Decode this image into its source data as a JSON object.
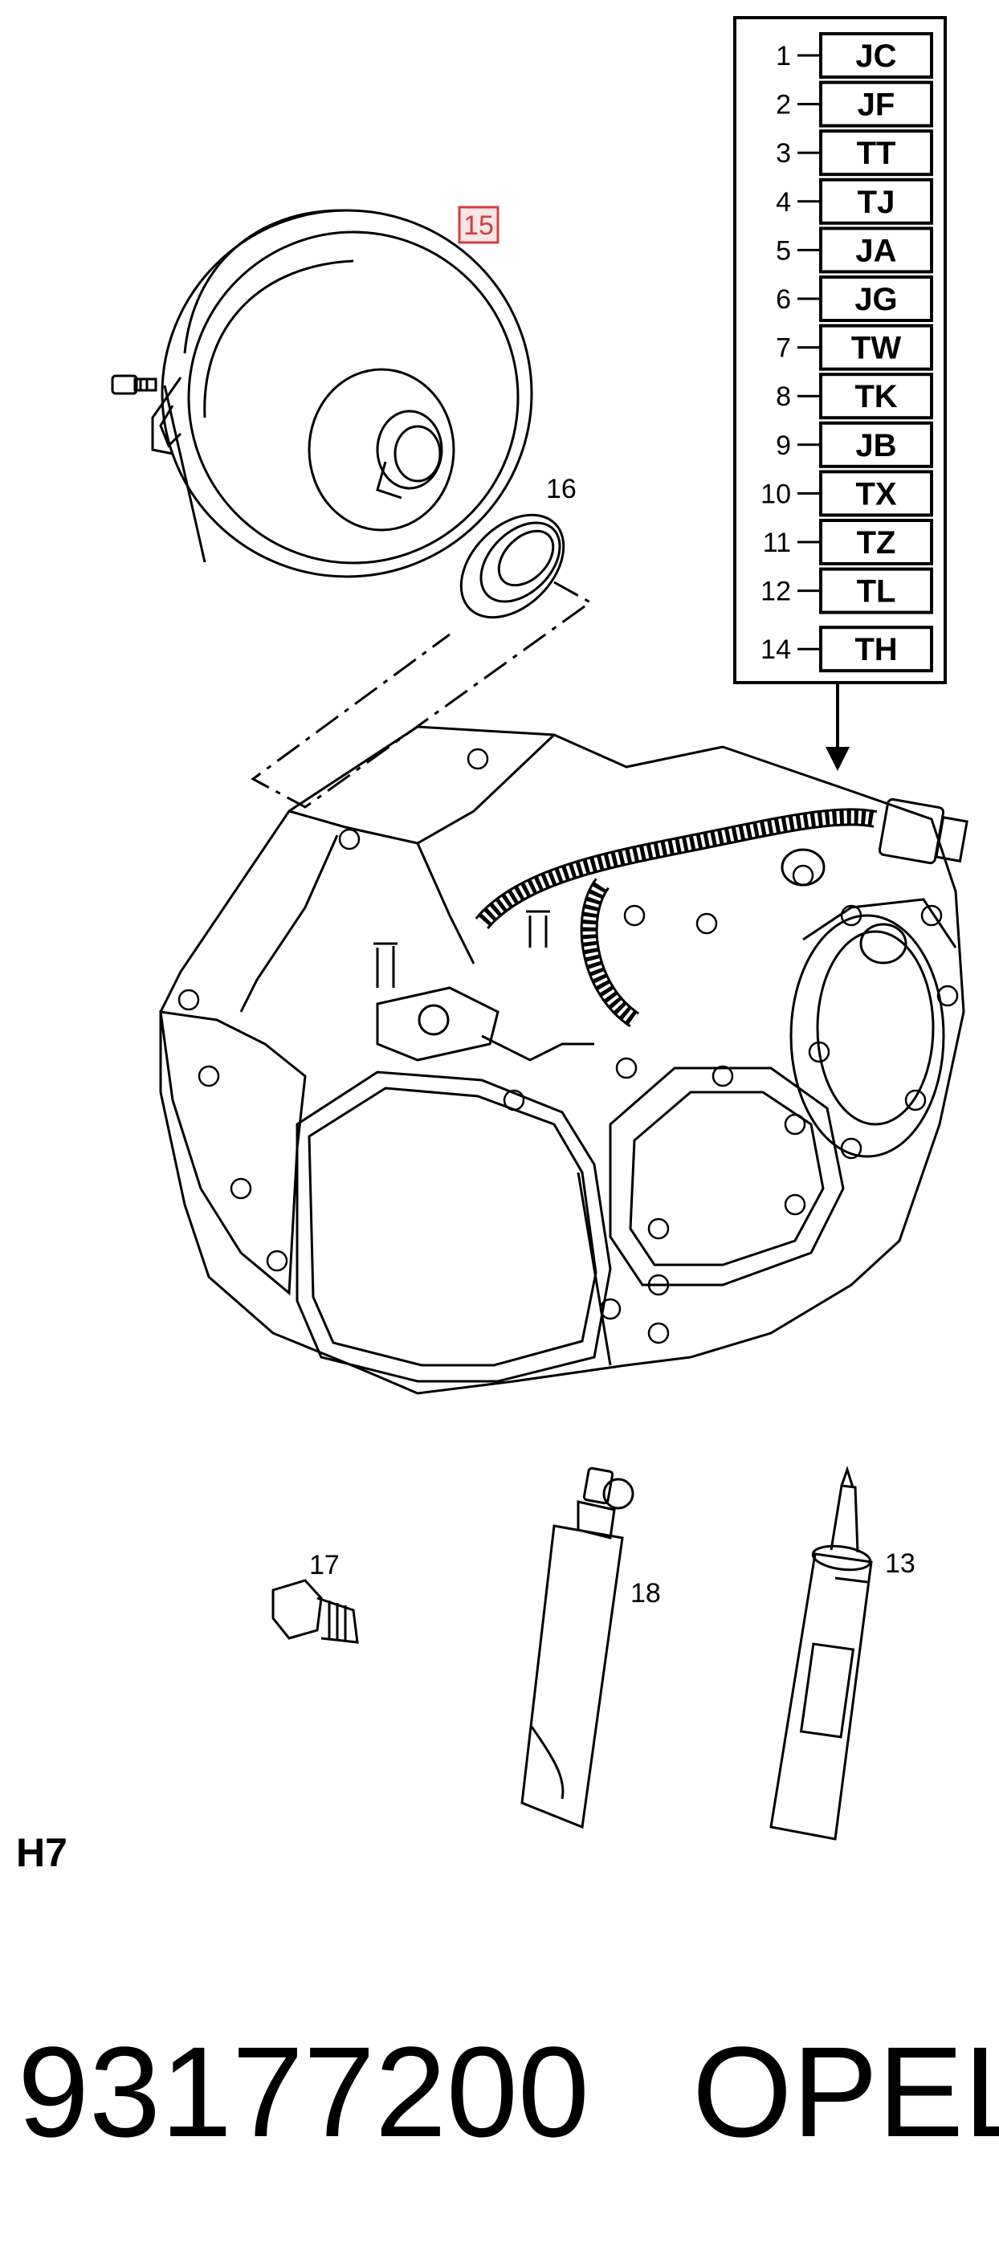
{
  "legend": {
    "rows": [
      {
        "num": "1",
        "code": "JC"
      },
      {
        "num": "2",
        "code": "JF"
      },
      {
        "num": "3",
        "code": "TT"
      },
      {
        "num": "4",
        "code": "TJ"
      },
      {
        "num": "5",
        "code": "JA"
      },
      {
        "num": "6",
        "code": "JG"
      },
      {
        "num": "7",
        "code": "TW"
      },
      {
        "num": "8",
        "code": "TK"
      },
      {
        "num": "9",
        "code": "JB"
      },
      {
        "num": "10",
        "code": "TX"
      },
      {
        "num": "11",
        "code": "TZ"
      },
      {
        "num": "12",
        "code": "TL"
      },
      {
        "num": "14",
        "code": "TH"
      }
    ]
  },
  "callouts": {
    "torque_converter": "15",
    "seal": "16",
    "bolt": "17",
    "tube": "18",
    "cartridge": "13"
  },
  "diagram_code": "H7",
  "part_number": "93177200",
  "brand": "OPEL",
  "colors": {
    "line": "#000000",
    "highlight": "#d04040"
  }
}
